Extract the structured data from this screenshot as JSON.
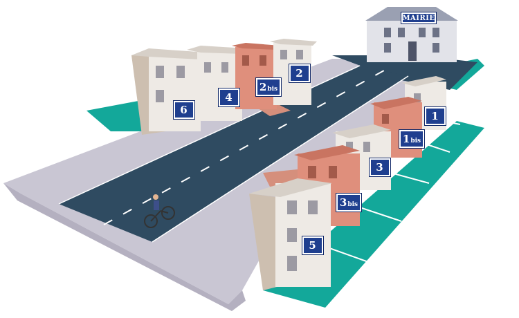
{
  "town_hall": {
    "sign_label": "MAIRIE"
  },
  "plates": {
    "p6": {
      "number": "6",
      "suffix": ""
    },
    "p4": {
      "number": "4",
      "suffix": ""
    },
    "p2bis": {
      "number": "2",
      "suffix": "bis"
    },
    "p2": {
      "number": "2",
      "suffix": ""
    },
    "p1": {
      "number": "1",
      "suffix": ""
    },
    "p1bis": {
      "number": "1",
      "suffix": "bis"
    },
    "p3": {
      "number": "3",
      "suffix": ""
    },
    "p3bis": {
      "number": "3",
      "suffix": "bis"
    },
    "p5": {
      "number": "5",
      "suffix": ""
    }
  },
  "colors": {
    "road": "#2f4b61",
    "sidewalk": "#c9c6d3",
    "lawn": "#13a89a",
    "plate": "#1f3f8f",
    "house_white": "#eeeae5",
    "house_pink": "#df8f7c",
    "house_beige": "#cdbfb0"
  }
}
